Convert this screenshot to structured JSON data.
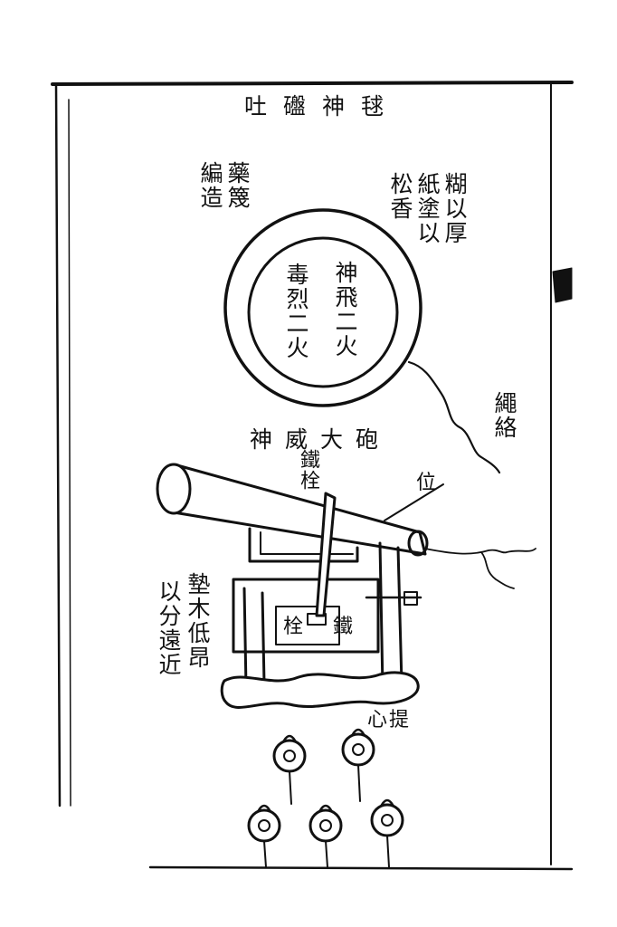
{
  "title": "吐䃲神毬",
  "labels": {
    "ball_left_col1": "藥篾",
    "ball_left_col2": "編造",
    "ball_right_col1": "糊以厚",
    "ball_right_col2": "紙塗以",
    "ball_right_col3": "松香",
    "ball_inner_col1": "神飛二火",
    "ball_inner_col2": "毒烈二火",
    "fuse": "繩絡",
    "cannon_title": "神威大砲",
    "top_pin": "鐵栓",
    "sight": "位",
    "inner_pin_a": "栓",
    "inner_pin_b": "鐵",
    "left_col1": "墊木低昂",
    "left_col2": "以分遠近",
    "bottom": "心提"
  },
  "colors": {
    "ink": "#111111",
    "paper": "#ffffff"
  }
}
